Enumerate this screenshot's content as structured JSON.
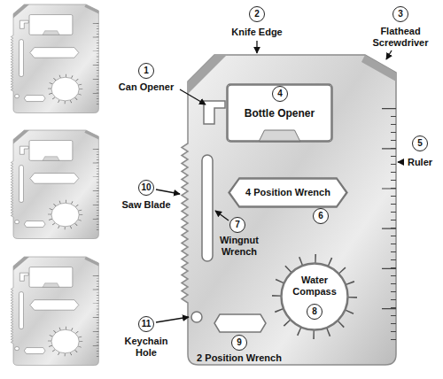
{
  "diagram": {
    "nodes": [
      {
        "text": [
          "Bottle Opener"
        ]
      },
      {
        "text": [
          "4 Position Wrench"
        ]
      },
      {
        "text": [
          "Water Compass"
        ]
      }
    ],
    "labels": [
      "1",
      "Can Opener",
      "2",
      "Knife Edge",
      "3",
      "Flathead Screwdriver",
      "4",
      "5",
      "Ruler",
      "6",
      "10",
      "Saw Blade",
      "7",
      "Wingnut Wrench",
      "8",
      "11",
      "Keychain Hole",
      "9",
      "2 Position Wrench"
    ]
  }
}
